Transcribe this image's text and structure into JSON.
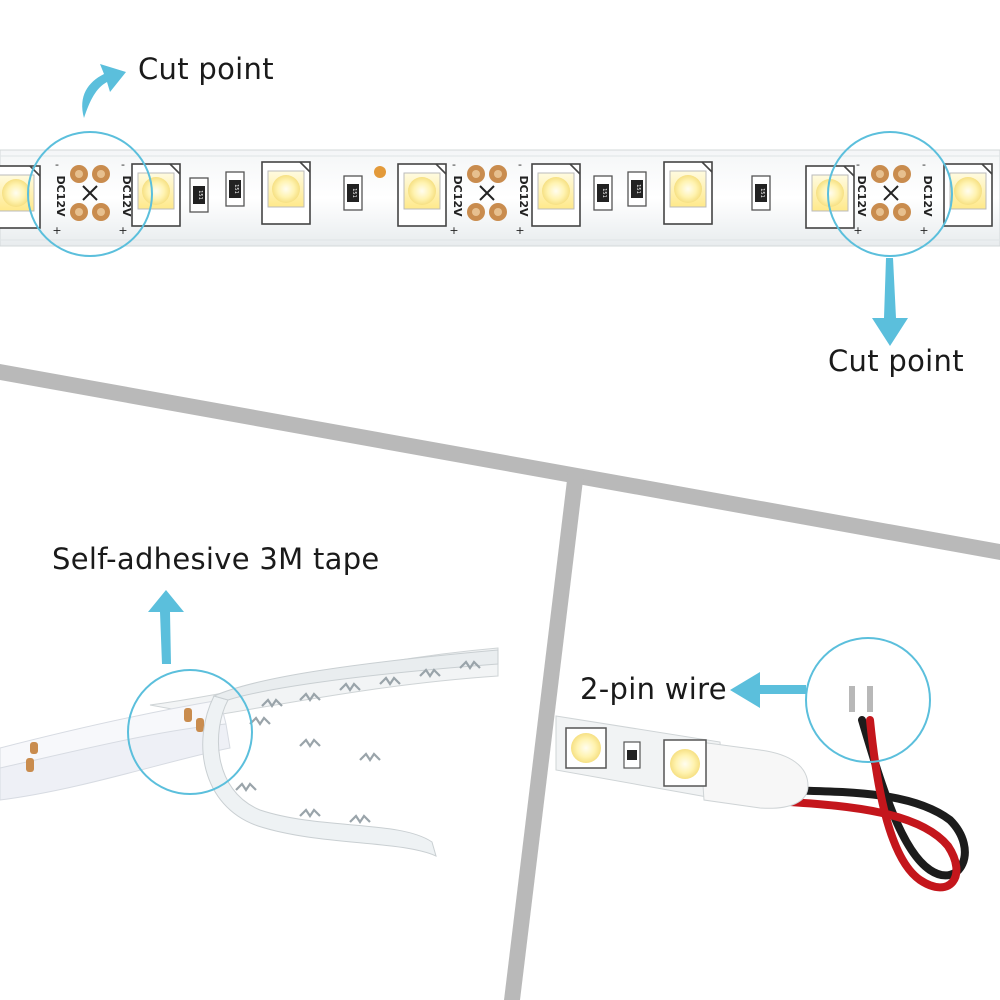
{
  "labels": {
    "cut_point_top": "Cut point",
    "cut_point_right": "Cut point",
    "tape": "Self-adhesive 3M tape",
    "wire": "2-pin wire"
  },
  "strip_marking": "DC12V",
  "resistor_marking": "151",
  "colors": {
    "accent": "#5bbfdc",
    "divider": "#b9b9b9",
    "pad": "#c98c4e",
    "led_yellow": "#fff3a8",
    "wire_red": "#c4161c",
    "wire_black": "#1c1c1c"
  },
  "icons": [
    "arrow-up-right-icon",
    "arrow-down-icon",
    "arrow-up-icon",
    "arrow-left-icon"
  ]
}
